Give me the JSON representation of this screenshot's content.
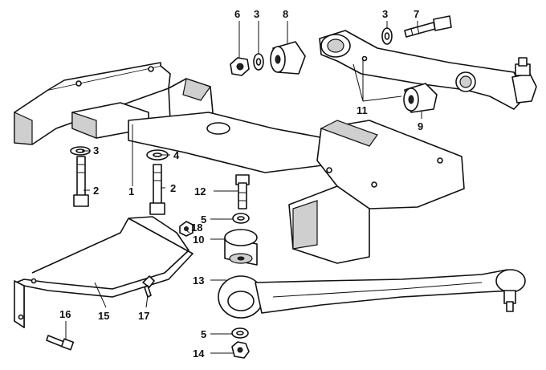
{
  "callouts": [
    {
      "id": "c6",
      "label": "6"
    },
    {
      "id": "c3a",
      "label": "3"
    },
    {
      "id": "c8",
      "label": "8"
    },
    {
      "id": "c3b",
      "label": "3"
    },
    {
      "id": "c7",
      "label": "7"
    },
    {
      "id": "c11",
      "label": "11"
    },
    {
      "id": "c9",
      "label": "9"
    },
    {
      "id": "c3c",
      "label": "3"
    },
    {
      "id": "c4",
      "label": "4"
    },
    {
      "id": "c2a",
      "label": "2"
    },
    {
      "id": "c1",
      "label": "1"
    },
    {
      "id": "c2b",
      "label": "2"
    },
    {
      "id": "c12",
      "label": "12"
    },
    {
      "id": "c5a",
      "label": "5"
    },
    {
      "id": "c18",
      "label": "18"
    },
    {
      "id": "c10",
      "label": "10"
    },
    {
      "id": "c13",
      "label": "13"
    },
    {
      "id": "c15",
      "label": "15"
    },
    {
      "id": "c17",
      "label": "17"
    },
    {
      "id": "c16",
      "label": "16"
    },
    {
      "id": "c5b",
      "label": "5"
    },
    {
      "id": "c14",
      "label": "14"
    }
  ]
}
